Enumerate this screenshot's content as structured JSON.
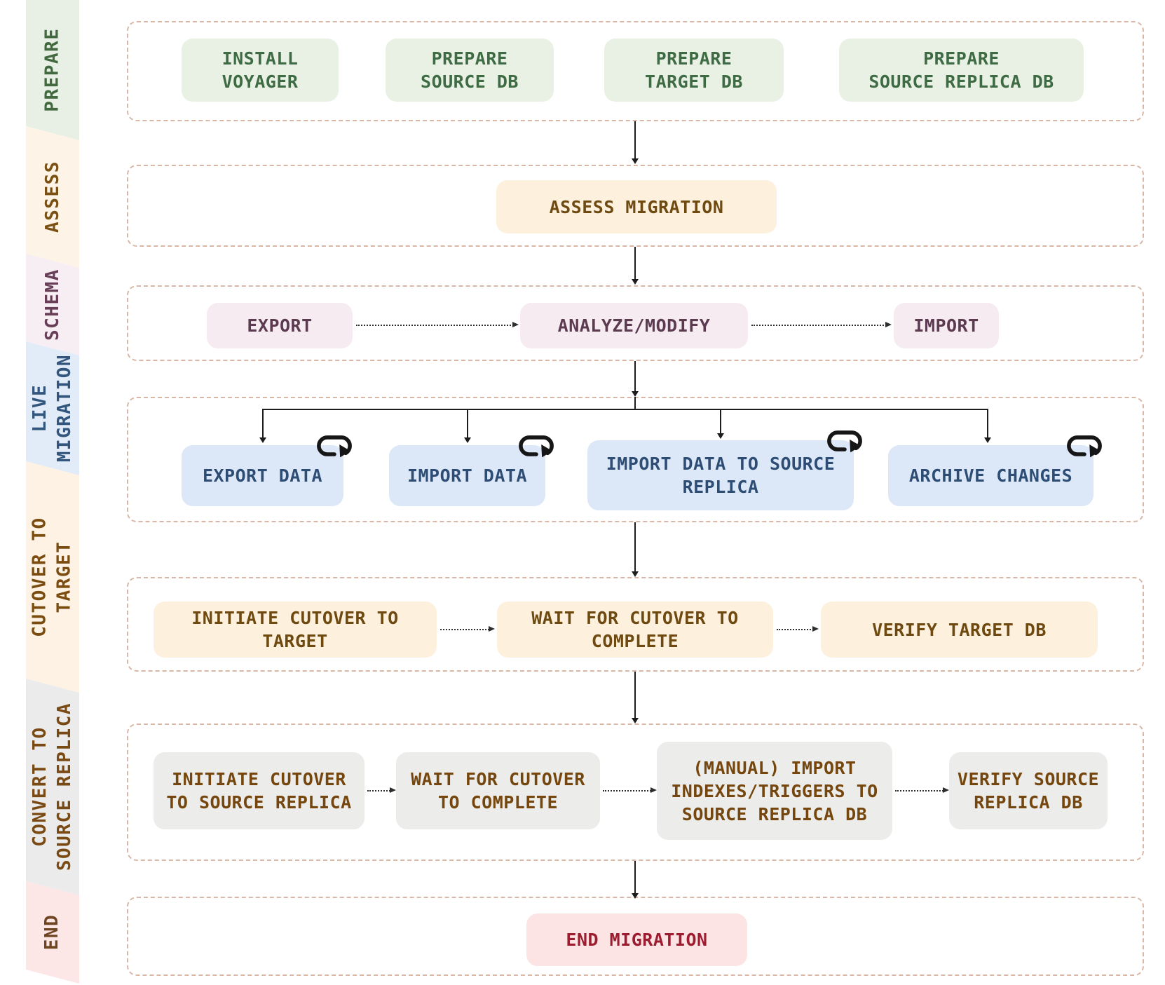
{
  "diagram": "database-migration-workflow-flowchart",
  "palette": {
    "stage_border": "#d9b7a7",
    "arrow": "#1c1c1c",
    "prepare_bg": "#e8f1e4",
    "prepare_fg": "#3e6b44",
    "assess_bg": "#fdf1de",
    "assess_fg": "#6e4a11",
    "schema_bg": "#f5ebf1",
    "schema_fg": "#5c3a50",
    "live_bg": "#dce8f8",
    "live_fg": "#2d4d74",
    "cutover_bg": "#fdf1de",
    "cutover_fg": "#6e4a11",
    "convert_bg": "#ececea",
    "convert_fg": "#75470e",
    "end_bg": "#fce4e4",
    "end_fg": "#9d1c30"
  },
  "sidebar": {
    "bands": [
      {
        "id": "prepare",
        "label": "PREPARE"
      },
      {
        "id": "assess",
        "label": "ASSESS"
      },
      {
        "id": "schema",
        "label": "SCHEMA"
      },
      {
        "id": "live-migration",
        "label": "LIVE\nMIGRATION"
      },
      {
        "id": "cutover-to-target",
        "label": "CUTOVER TO\nTARGET"
      },
      {
        "id": "convert-to-source-replica",
        "label": "CONVERT TO\nSOURCE REPLICA"
      },
      {
        "id": "end",
        "label": "END"
      }
    ]
  },
  "rows": [
    {
      "id": "prepare",
      "boxes": [
        {
          "label": "INSTALL\nVOYAGER"
        },
        {
          "label": "PREPARE\nSOURCE DB"
        },
        {
          "label": "PREPARE\nTARGET DB"
        },
        {
          "label": "PREPARE\nSOURCE REPLICA DB"
        }
      ]
    },
    {
      "id": "assess",
      "boxes": [
        {
          "label": "ASSESS MIGRATION"
        }
      ]
    },
    {
      "id": "schema",
      "boxes": [
        {
          "label": "EXPORT"
        },
        {
          "label": "ANALYZE/MODIFY"
        },
        {
          "label": "IMPORT"
        }
      ]
    },
    {
      "id": "live-migration",
      "boxes": [
        {
          "label": "EXPORT DATA",
          "loop_icon": true
        },
        {
          "label": "IMPORT DATA",
          "loop_icon": true
        },
        {
          "label": "IMPORT DATA TO SOURCE\nREPLICA",
          "loop_icon": true
        },
        {
          "label": "ARCHIVE CHANGES",
          "loop_icon": true
        }
      ]
    },
    {
      "id": "cutover-to-target",
      "boxes": [
        {
          "label": "INITIATE CUTOVER TO\nTARGET"
        },
        {
          "label": "WAIT FOR CUTOVER TO\nCOMPLETE"
        },
        {
          "label": "VERIFY TARGET DB"
        }
      ]
    },
    {
      "id": "convert-to-source-replica",
      "boxes": [
        {
          "label": "INITIATE CUTOVER\nTO SOURCE REPLICA"
        },
        {
          "label": "WAIT FOR CUTOVER\nTO COMPLETE"
        },
        {
          "label": "(MANUAL) IMPORT\nINDEXES/TRIGGERS TO\nSOURCE REPLICA DB"
        },
        {
          "label": "VERIFY SOURCE\nREPLICA DB"
        }
      ]
    },
    {
      "id": "end",
      "boxes": [
        {
          "label": "END MIGRATION"
        }
      ]
    }
  ]
}
